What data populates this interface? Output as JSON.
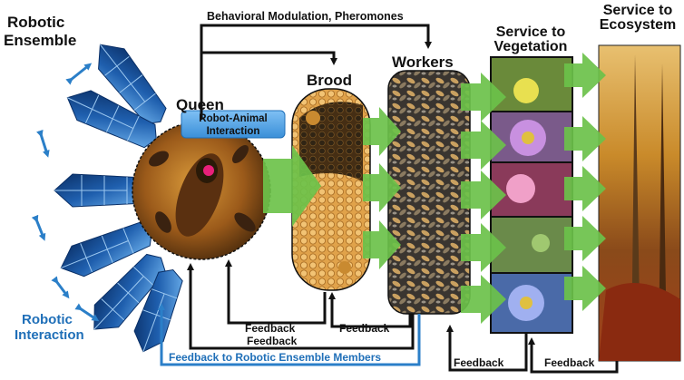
{
  "labels": {
    "robotic_ensemble": [
      "Robotic",
      "Ensemble"
    ],
    "robotic_interaction": [
      "Robotic",
      "Interaction"
    ],
    "queen": "Queen",
    "robot_animal_interaction": [
      "Robot-Animal",
      "Interaction"
    ],
    "brood": "Brood",
    "workers": "Workers",
    "service_vegetation": [
      "Service to",
      "Vegetation"
    ],
    "service_ecosystem": [
      "Service to",
      "Ecosystem"
    ],
    "behavioral_modulation": "Behavioral Modulation, Pheromones",
    "feedback_brood": "Feedback",
    "feedback_workers": "Feedback",
    "feedback_lower": "Feedback",
    "feedback_robotic": "Feedback to Robotic Ensemble Members",
    "feedback_veg": "Feedback",
    "feedback_eco": "Feedback"
  },
  "colors": {
    "robot_dark": "#0b3a7a",
    "robot_light": "#5aa0e0",
    "blue_arrow": "#2b7fc8",
    "blue_text": "#1f6fb8",
    "green_arrow": "#6cc24a",
    "black": "#111111"
  },
  "icons": [
    "robot-module-icon",
    "double-arrow-icon",
    "queen-bee-photo",
    "brood-comb-photo",
    "worker-bees-photo",
    "flower-photo",
    "forest-photo"
  ]
}
